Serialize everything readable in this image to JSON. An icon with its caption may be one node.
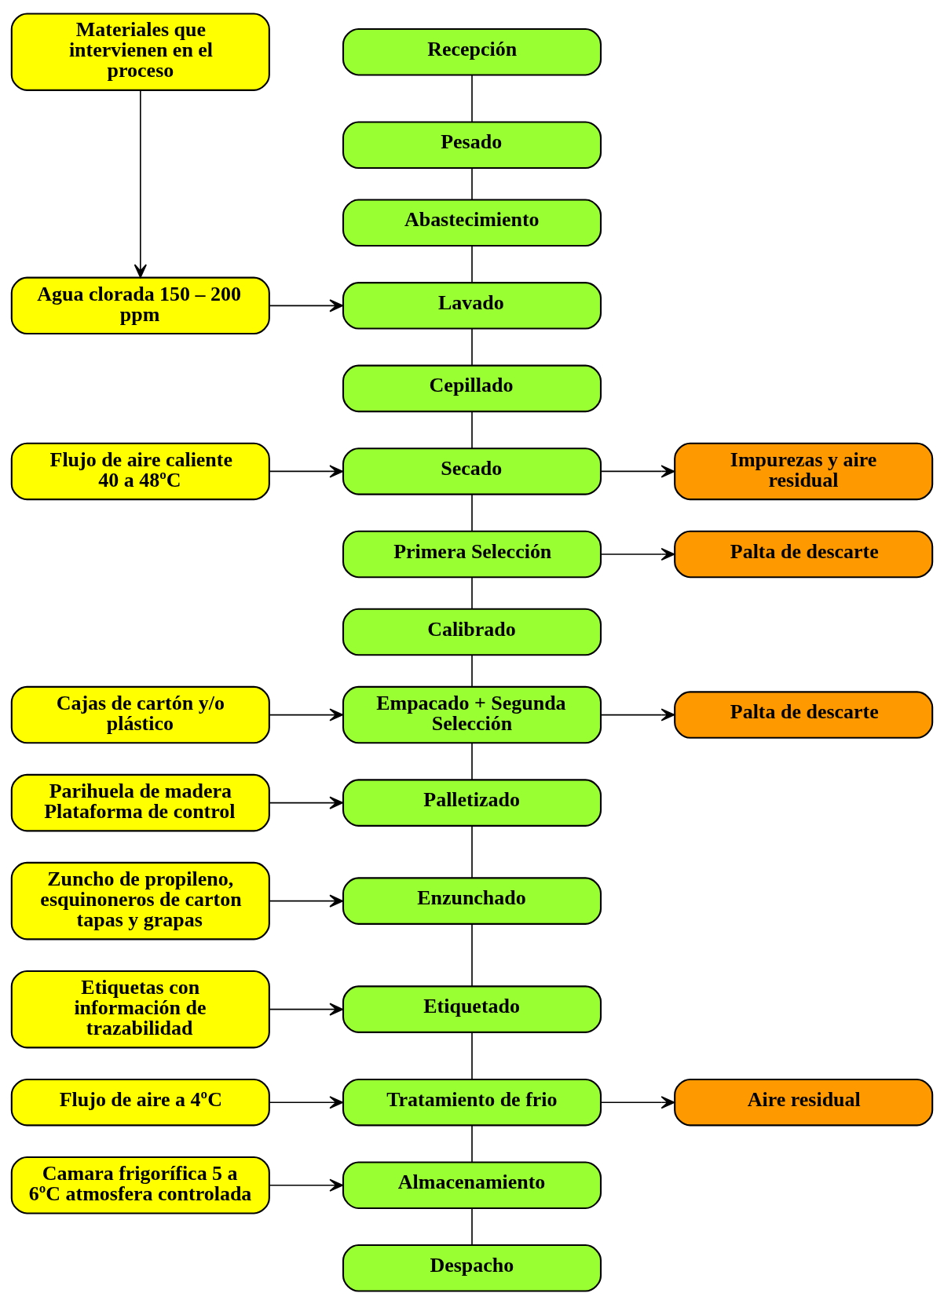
{
  "diagram": {
    "nodes": [
      {
        "text": [
          "Materiales que intervienen en el proceso"
        ]
      },
      {
        "text": [
          "Recepción"
        ]
      },
      {
        "text": [
          "Pesado"
        ]
      },
      {
        "text": [
          "Abastecimiento"
        ]
      },
      {
        "text": [
          "Agua clorada 150 – 200 ppm"
        ]
      },
      {
        "text": [
          "Lavado"
        ]
      },
      {
        "text": [
          "Cepillado"
        ]
      },
      {
        "text": [
          "Flujo de aire caliente 40 a 48ºC"
        ]
      },
      {
        "text": [
          "Secado"
        ]
      },
      {
        "text": [
          "Impurezas y aire residual"
        ]
      },
      {
        "text": [
          "Primera Selección"
        ]
      },
      {
        "text": [
          "Palta de descarte"
        ]
      },
      {
        "text": [
          "Calibrado"
        ]
      },
      {
        "text": [
          "Cajas de cartón y/o plástico"
        ]
      },
      {
        "text": [
          "Empacado + Segunda Selección"
        ]
      },
      {
        "text": [
          "Palta de descarte"
        ]
      },
      {
        "text": [
          "Parihuela de madera Plataforma de control"
        ]
      },
      {
        "text": [
          "Palletizado"
        ]
      },
      {
        "text": [
          "Zuncho de propileno, esquinoneros de carton tapas y grapas"
        ]
      },
      {
        "text": [
          "Enzunchado"
        ]
      },
      {
        "text": [
          "Etiquetas con información de trazabilidad"
        ]
      },
      {
        "text": [
          "Etiquetado"
        ]
      },
      {
        "text": [
          "Flujo de aire a 4ºC"
        ]
      },
      {
        "text": [
          "Tratamiento de frio"
        ]
      },
      {
        "text": [
          "Aire residual"
        ]
      },
      {
        "text": [
          "Camara frigorífica 5 a 6ºC atmosfera controlada"
        ]
      },
      {
        "text": [
          "Almacenamiento"
        ]
      },
      {
        "text": [
          "Despacho"
        ]
      }
    ],
    "edges": [
      {
        "from": 0,
        "to": 4,
        "arrow": "to"
      },
      {
        "from": 1,
        "to": 2,
        "arrow": "none"
      },
      {
        "from": 2,
        "to": 3,
        "arrow": "none"
      },
      {
        "from": 3,
        "to": 5,
        "arrow": "none"
      },
      {
        "from": 4,
        "to": 5,
        "arrow": "to"
      },
      {
        "from": 5,
        "to": 6,
        "arrow": "none"
      },
      {
        "from": 6,
        "to": 8,
        "arrow": "none"
      },
      {
        "from": 7,
        "to": 8,
        "arrow": "to"
      },
      {
        "from": 8,
        "to": 9,
        "arrow": "to"
      },
      {
        "from": 8,
        "to": 10,
        "arrow": "none"
      },
      {
        "from": 10,
        "to": 11,
        "arrow": "to"
      },
      {
        "from": 10,
        "to": 12,
        "arrow": "none"
      },
      {
        "from": 12,
        "to": 14,
        "arrow": "none"
      },
      {
        "from": 13,
        "to": 14,
        "arrow": "to"
      },
      {
        "from": 14,
        "to": 15,
        "arrow": "to"
      },
      {
        "from": 14,
        "to": 17,
        "arrow": "none"
      },
      {
        "from": 16,
        "to": 17,
        "arrow": "to"
      },
      {
        "from": 17,
        "to": 19,
        "arrow": "none"
      },
      {
        "from": 18,
        "to": 19,
        "arrow": "to"
      },
      {
        "from": 19,
        "to": 21,
        "arrow": "none"
      },
      {
        "from": 20,
        "to": 21,
        "arrow": "to"
      },
      {
        "from": 21,
        "to": 23,
        "arrow": "none"
      },
      {
        "from": 22,
        "to": 23,
        "arrow": "to"
      },
      {
        "from": 23,
        "to": 24,
        "arrow": "to"
      },
      {
        "from": 23,
        "to": 26,
        "arrow": "none"
      },
      {
        "from": 25,
        "to": 26,
        "arrow": "to"
      },
      {
        "from": 26,
        "to": 27,
        "arrow": "none"
      }
    ]
  }
}
